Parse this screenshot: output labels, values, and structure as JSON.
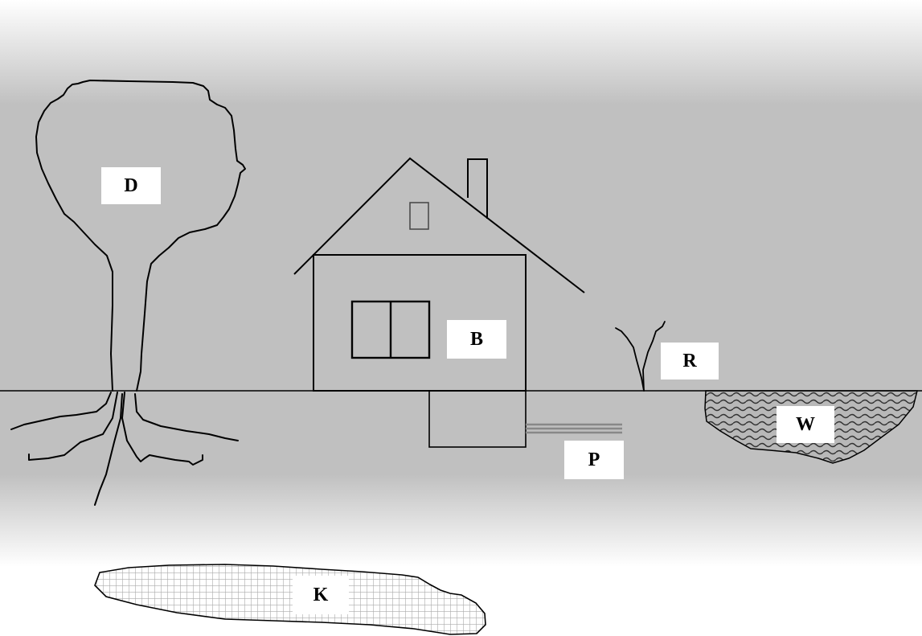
{
  "labels": {
    "tree": "D",
    "house": "B",
    "shrub": "R",
    "pond": "W",
    "pipe": "P",
    "deposit": "K"
  },
  "colors": {
    "sky_gray": "#c0c0c0",
    "ground_gray": "#c0c0c0",
    "background_white": "#ffffff",
    "line": "#000000",
    "pipe": "#888888",
    "label_box": "#ffffff"
  }
}
